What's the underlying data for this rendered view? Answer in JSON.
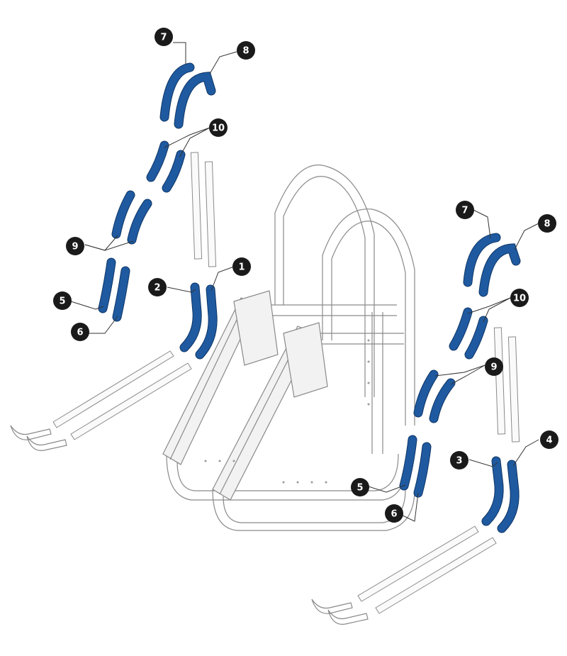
{
  "callouts": [
    {
      "id": "c7a",
      "label": "7"
    },
    {
      "id": "c8a",
      "label": "8"
    },
    {
      "id": "c10a",
      "label": "10"
    },
    {
      "id": "c9a",
      "label": "9"
    },
    {
      "id": "c5a",
      "label": "5"
    },
    {
      "id": "c6a",
      "label": "6"
    },
    {
      "id": "c2",
      "label": "2"
    },
    {
      "id": "c1",
      "label": "1"
    },
    {
      "id": "c7b",
      "label": "7"
    },
    {
      "id": "c8b",
      "label": "8"
    },
    {
      "id": "c10b",
      "label": "10"
    },
    {
      "id": "c9b",
      "label": "9"
    },
    {
      "id": "c5b",
      "label": "5"
    },
    {
      "id": "c6b",
      "label": "6"
    },
    {
      "id": "c3",
      "label": "3"
    },
    {
      "id": "c4",
      "label": "4"
    }
  ],
  "colors": {
    "part_highlight": "#1f5aa0",
    "line_art": "#8a8a8a",
    "callout_fill": "#1a1a1a",
    "background": "#ffffff"
  }
}
